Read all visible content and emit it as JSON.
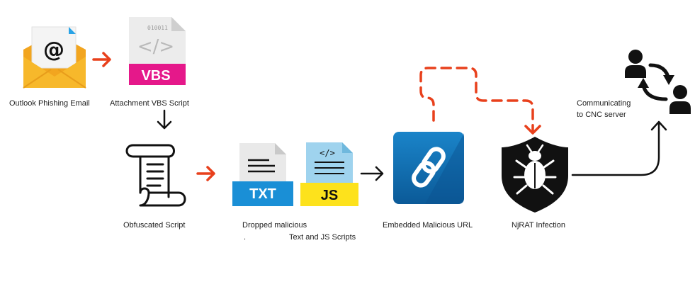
{
  "nodes": {
    "outlook_email": {
      "label": "Outlook Phishing Email",
      "icon": "envelope-at-icon",
      "glyph": "@"
    },
    "vbs_attachment": {
      "label": "Attachment VBS Script",
      "icon": "vbs-file-icon",
      "file_tag": "VBS",
      "bits": "010011",
      "code_glyph": "</>"
    },
    "obfuscated_script": {
      "label": "Obfuscated Script",
      "icon": "scroll-icon"
    },
    "dropped_scripts": {
      "label_line1": "Dropped malicious",
      "label_line2": "Text and JS Scripts",
      "stray_mark": ".",
      "txt_tag": "TXT",
      "js_tag": "JS",
      "js_code_glyph": "</>"
    },
    "malicious_url": {
      "label": "Embedded Malicious URL",
      "icon": "link-icon"
    },
    "njrat": {
      "label": "NjRAT Infection",
      "icon": "bug-shield-icon"
    },
    "cnc": {
      "label_line1": "Communicating",
      "label_line2": "to CNC server",
      "icon": "user-exchange-icon"
    }
  },
  "colors": {
    "accent_arrow": "#e8401c",
    "envelope_yellow": "#f7b82b",
    "vbs_magenta": "#e5188a",
    "txt_blue": "#1a8fd6",
    "js_yellow": "#fde21c",
    "js_sheet": "#9fd3ee",
    "link_blue": "#0d6bb0",
    "dark": "#111111"
  }
}
